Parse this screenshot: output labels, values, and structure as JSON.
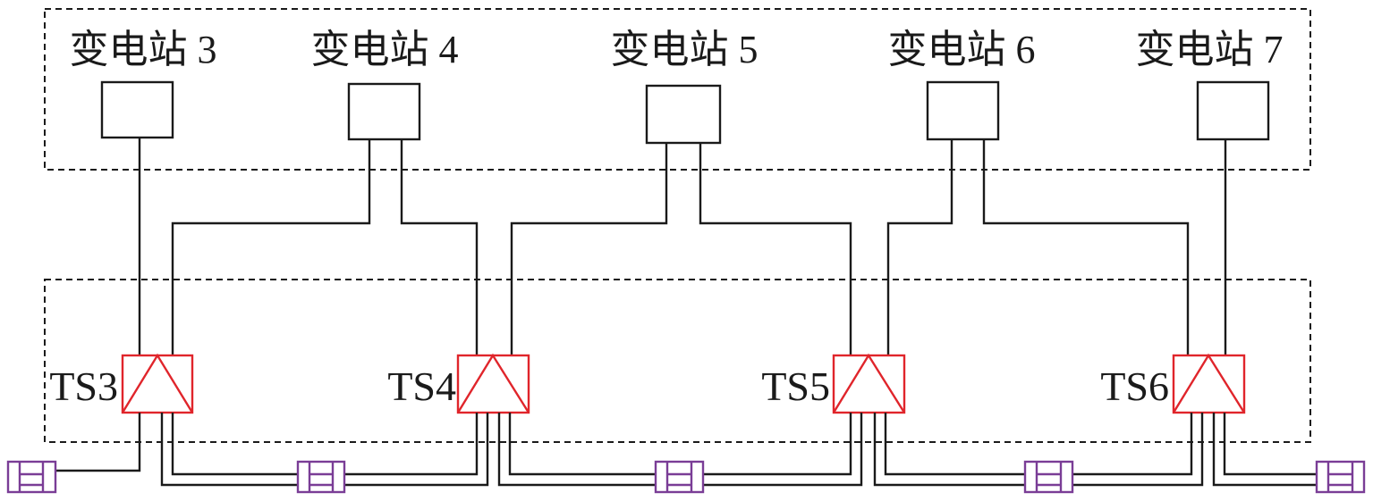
{
  "colors": {
    "line": "#1a1a1a",
    "traction_station": "#e0252b",
    "coupler": "#7a3d96",
    "background": "#ffffff"
  },
  "substations": [
    {
      "id": "sub3",
      "label": "变电站 3"
    },
    {
      "id": "sub4",
      "label": "变电站 4"
    },
    {
      "id": "sub5",
      "label": "变电站 5"
    },
    {
      "id": "sub6",
      "label": "变电站 6"
    },
    {
      "id": "sub7",
      "label": "变电站 7"
    }
  ],
  "traction_stations": [
    {
      "id": "ts3",
      "label": "TS3"
    },
    {
      "id": "ts4",
      "label": "TS4"
    },
    {
      "id": "ts5",
      "label": "TS5"
    },
    {
      "id": "ts6",
      "label": "TS6"
    }
  ],
  "feeds": [
    {
      "from": "sub3",
      "to": "ts3"
    },
    {
      "from": "sub4",
      "to": "ts3"
    },
    {
      "from": "sub4",
      "to": "ts4"
    },
    {
      "from": "sub5",
      "to": "ts4"
    },
    {
      "from": "sub5",
      "to": "ts5"
    },
    {
      "from": "sub6",
      "to": "ts5"
    },
    {
      "from": "sub6",
      "to": "ts6"
    },
    {
      "from": "sub7",
      "to": "ts6"
    }
  ],
  "couplers": [
    {
      "id": "c1",
      "between": [
        "",
        "ts3"
      ]
    },
    {
      "id": "c2",
      "between": [
        "ts3",
        "ts4"
      ]
    },
    {
      "id": "c3",
      "between": [
        "ts4",
        "ts5"
      ]
    },
    {
      "id": "c4",
      "between": [
        "ts5",
        "ts6"
      ]
    },
    {
      "id": "c5",
      "between": [
        "ts6",
        ""
      ]
    }
  ]
}
